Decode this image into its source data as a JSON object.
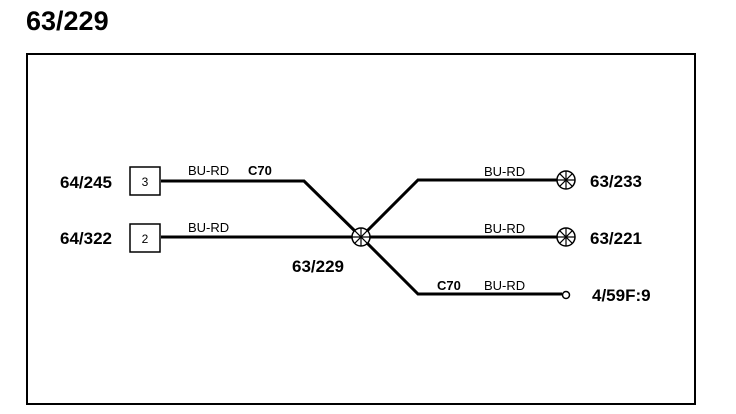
{
  "title": "63/229",
  "colors": {
    "line": "#000000",
    "background": "#ffffff"
  },
  "connectors": [
    {
      "id": "64/245",
      "pin": "3",
      "wire_color": "BU-RD",
      "circuit": "C70"
    },
    {
      "id": "64/322",
      "pin": "2",
      "wire_color": "BU-RD"
    }
  ],
  "splice": {
    "id": "63/229",
    "icon": "splice-icon"
  },
  "branches": [
    {
      "target": "63/233",
      "wire_color": "BU-RD",
      "terminal": "ground-star-icon"
    },
    {
      "target": "63/221",
      "wire_color": "BU-RD",
      "terminal": "ground-star-icon"
    },
    {
      "target": "4/59F:9",
      "wire_color": "BU-RD",
      "circuit": "C70",
      "terminal": "open-terminal-icon"
    }
  ]
}
